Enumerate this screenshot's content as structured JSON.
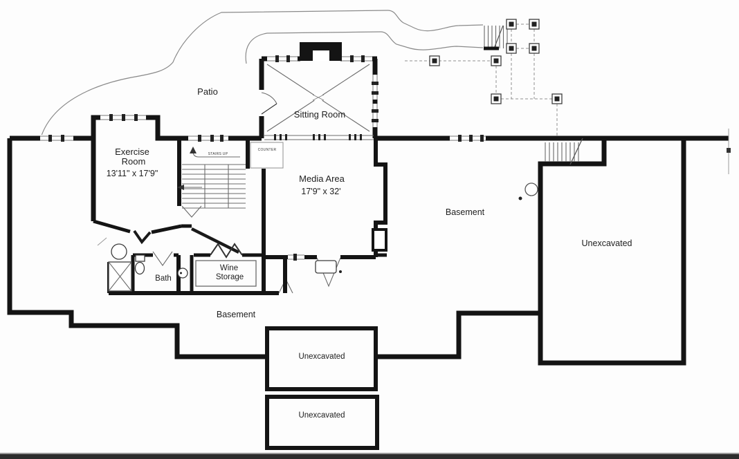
{
  "figure": {
    "type": "floor-plan",
    "level": "Basement"
  },
  "colors": {
    "paper": "#fdfdfd",
    "ink": "#141414",
    "thin_line": "#6a6a6a",
    "page_edge": "#2d2d2d"
  },
  "labels": {
    "patio": "Patio",
    "sitting_room": "Sitting Room",
    "exercise_room_line1": "Exercise",
    "exercise_room_line2": "Room",
    "exercise_room_dims": "13'11\" x 17'9\"",
    "media_area_name": "Media Area",
    "media_area_dims": "17'9\" x 32'",
    "stairs_up": "STAIRS UP",
    "counter": "COUNTER",
    "bath": "Bath",
    "wine_storage_line1": "Wine",
    "wine_storage_line2": "Storage",
    "basement_main": "Basement",
    "basement_lower": "Basement",
    "unexcavated_right": "Unexcavated",
    "unexcavated_bottom_upper": "Unexcavated",
    "unexcavated_bottom_lower": "Unexcavated"
  }
}
